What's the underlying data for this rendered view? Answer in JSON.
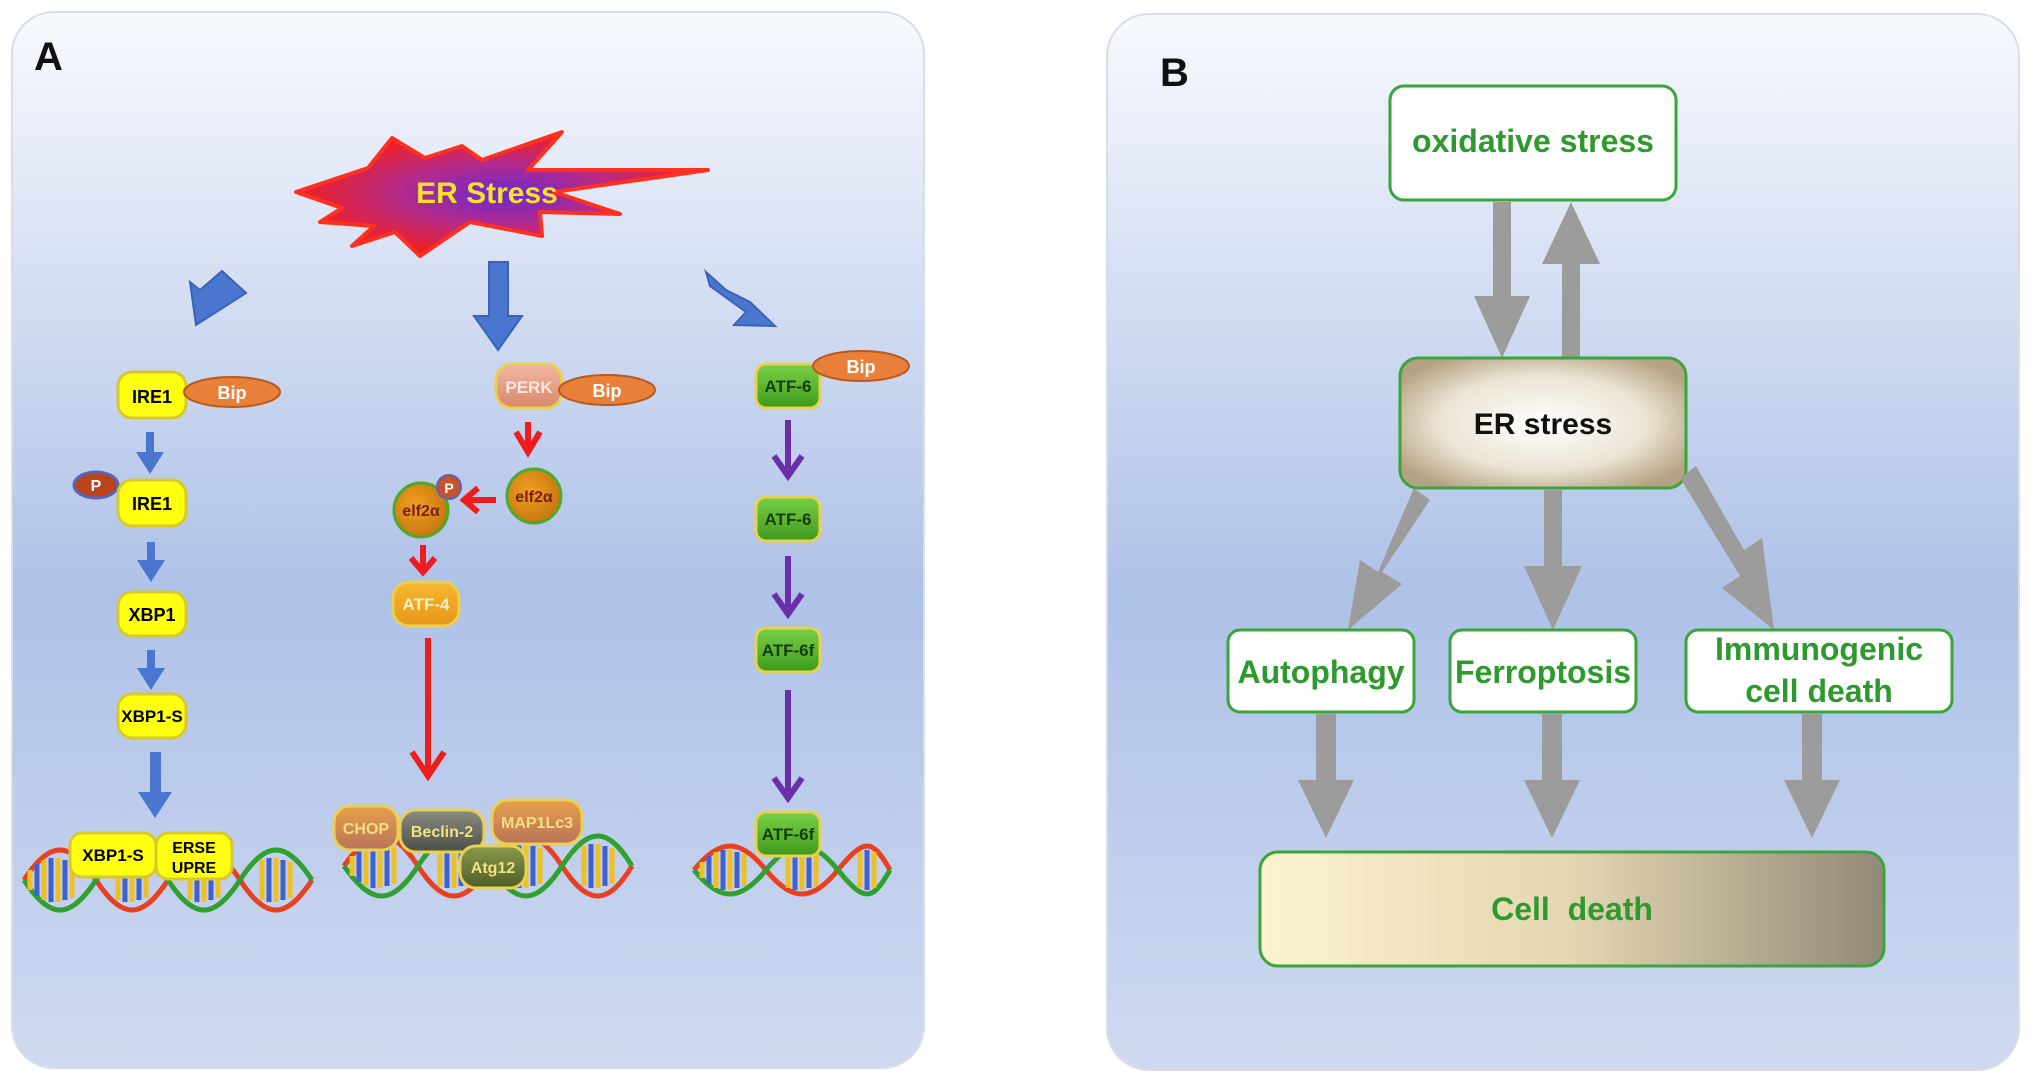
{
  "panel_a": {
    "letter": "A",
    "center": "ER Stress",
    "ire1_branch": {
      "ire1": "IRE1",
      "bip": "Bip",
      "phospho": "P",
      "ire1_p": "IRE1",
      "xbp1": "XBP1",
      "xbp1s": "XBP1-S",
      "xbp1s_dna": "XBP1-S",
      "erse": "ERSE",
      "upre": "UPRE"
    },
    "perk_branch": {
      "perk": "PERK",
      "bip": "Bip",
      "eif2a": "elf2α",
      "eif2a_p": "elf2α",
      "phospho": "P",
      "atf4": "ATF-4",
      "chop": "CHOP",
      "beclin2": "Beclin-2",
      "map1lc3": "MAP1Lc3",
      "atg12": "Atg12"
    },
    "atf6_branch": {
      "atf6": "ATF-6",
      "bip": "Bip",
      "atf6_2": "ATF-6",
      "atf6f": "ATF-6f",
      "atf6f_dna": "ATF-6f"
    }
  },
  "panel_b": {
    "letter": "B",
    "oxidative": "oxidative stress",
    "er_stress": "ER stress",
    "autophagy": "Autophagy",
    "ferroptosis": "Ferroptosis",
    "immuno_line1": "Immunogenic",
    "immuno_line2": "cell death",
    "cell_death": "Cell  death"
  }
}
